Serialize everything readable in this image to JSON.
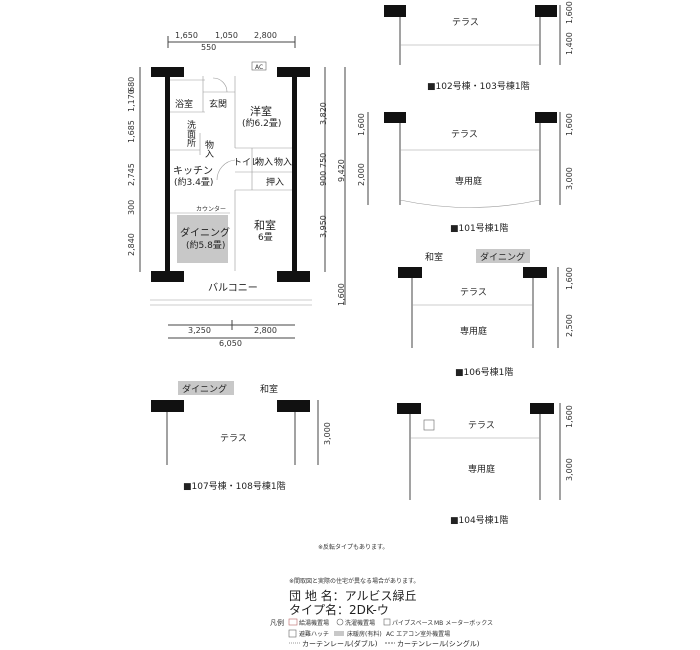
{
  "main": {
    "dims_top": [
      "1,650",
      "1,050",
      "2,800",
      "550"
    ],
    "dims_left": [
      "680",
      "1,170",
      "1,685",
      "2,745",
      "300",
      "2,840"
    ],
    "dims_right": [
      "3,820",
      "750",
      "900",
      "9,420",
      "3,950",
      "1,600"
    ],
    "dims_bottom": [
      "3,250",
      "2,800",
      "6,050"
    ],
    "rooms": {
      "bath": "浴室",
      "entrance": "玄関",
      "western": "洋室",
      "western_size": "(約6.2畳)",
      "washroom": "洗面所",
      "storage1": "物入",
      "kitchen": "キッチン",
      "kitchen_size": "(約3.4畳)",
      "toilet": "トイレ",
      "storage2": "物入",
      "storage3": "物入",
      "closet": "押入",
      "counter": "カウンター",
      "dining": "ダイニング",
      "dining_size": "(約5.8畳)",
      "japanese": "和室",
      "japanese_size": "6畳",
      "balcony": "バルコニー",
      "ac": "AC"
    }
  },
  "variants": [
    {
      "label": "■102号棟・103号棟1階",
      "terrace": "テラス",
      "dims": [
        "1,600",
        "1,400"
      ]
    },
    {
      "label": "■101号棟1階",
      "terrace": "テラス",
      "garden": "専用庭",
      "dims": [
        "1,600",
        "2,000",
        "1,600",
        "3,000"
      ]
    },
    {
      "label": "■106号棟1階",
      "terrace": "テラス",
      "garden": "専用庭",
      "japanese": "和室",
      "dining": "ダイニング",
      "dims": [
        "1,600",
        "2,500"
      ]
    },
    {
      "label": "■107号棟・108号棟1階",
      "terrace": "テラス",
      "japanese": "和室",
      "dining": "ダイニング",
      "dims": [
        "3,000"
      ]
    },
    {
      "label": "■104号棟1階",
      "terrace": "テラス",
      "garden": "専用庭",
      "dims": [
        "1,600",
        "3,000"
      ]
    }
  ],
  "notes": {
    "reverse": "※反転タイプもあります。",
    "differ": "※間取図と実際の住宅が異なる場合があります。",
    "estate": "団 地 名：アルビス緑丘",
    "type": "タイプ名：2DK-ウ"
  },
  "legend": {
    "title": "凡例",
    "items": [
      "給湯機置場",
      "洗濯機置場",
      "パイプスペース",
      "MB メーターボックス",
      "避難ハッチ",
      "床暖房(有料)",
      "AC エアコン室外機置場",
      "カーテンレール(ダブル)",
      "カーテンレール(シングル)"
    ]
  }
}
